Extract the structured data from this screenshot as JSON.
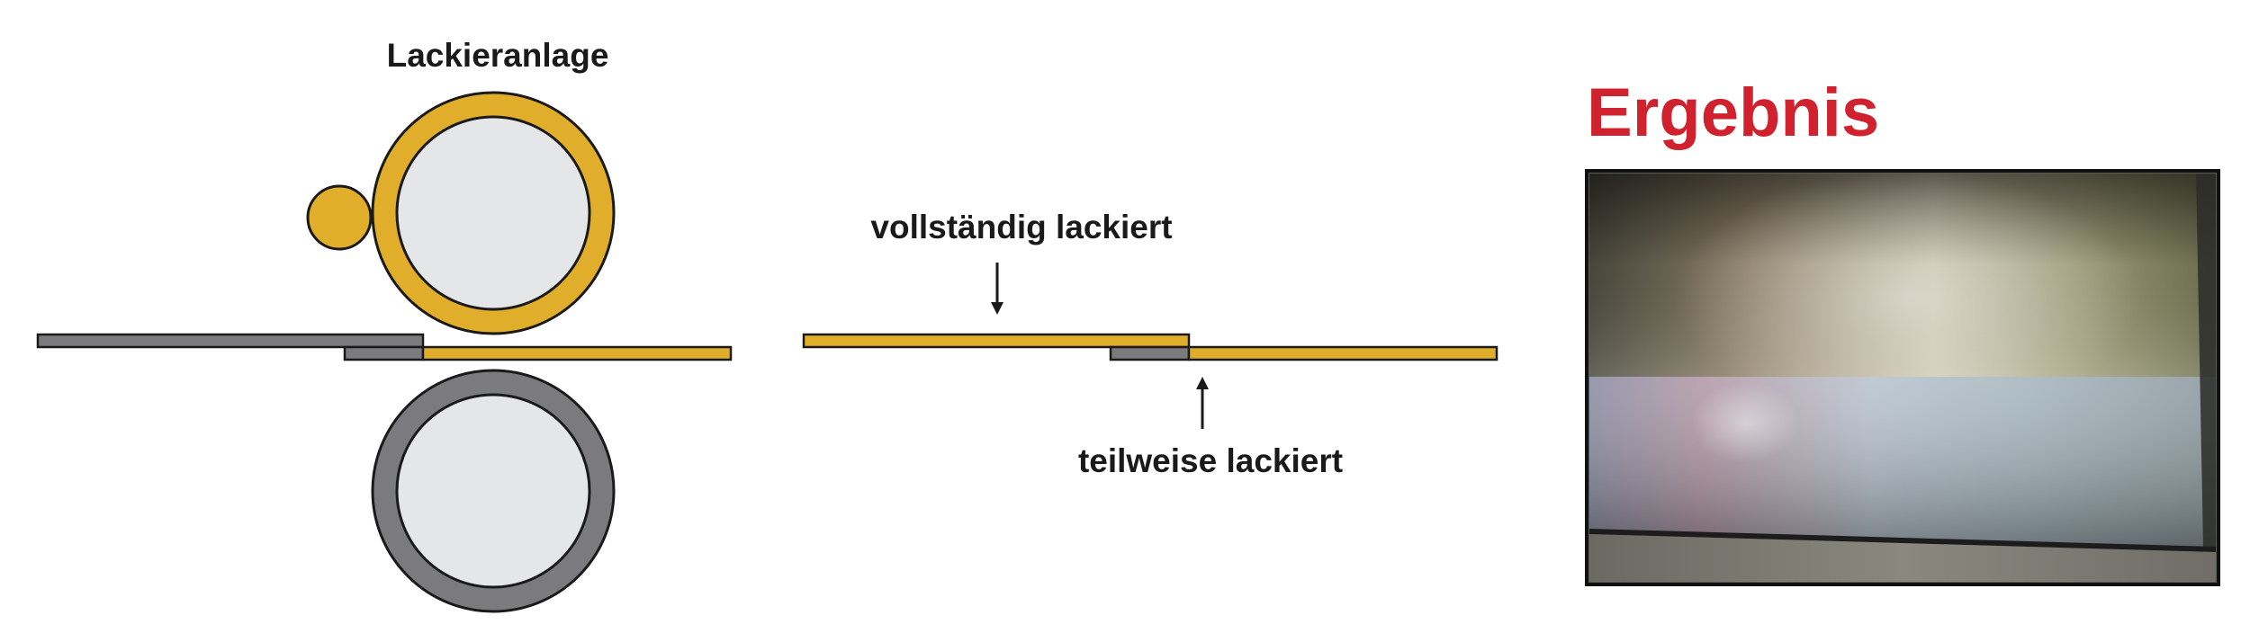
{
  "diagram": {
    "title": "Lackieranlage",
    "label_full": "vollständig lackiert",
    "label_partial": "teilweise lackiert"
  },
  "result": {
    "heading": "Ergebnis"
  },
  "colors": {
    "paint": "#E0AE2A",
    "steel": "#7B7B7D",
    "drum": "#E5E6E8",
    "outline": "#1a1a1a",
    "heading": "#D0222E"
  }
}
